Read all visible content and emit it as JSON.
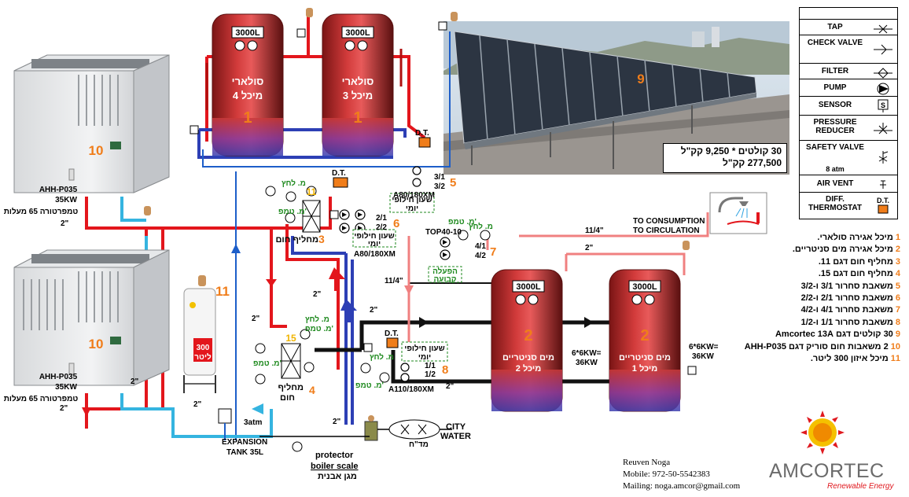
{
  "tanks": {
    "solar_4": {
      "volume": "3000L",
      "line1": "סולארי",
      "line2": "מיכל 4",
      "num": "1"
    },
    "solar_3": {
      "volume": "3000L",
      "line1": "סולארי",
      "line2": "מיכל 3",
      "num": "1"
    },
    "consumer_2": {
      "volume": "3000L",
      "line1": "מים סניטריים",
      "line2": "מיכל 2",
      "num": "2"
    },
    "consumer_1": {
      "volume": "3000L",
      "line1": "מים סניטריים",
      "line2": "מיכל 1",
      "num": "2"
    },
    "kw_2": "6*6KW=\n36KW",
    "kw_1": "6*6KW=\n36KW"
  },
  "chillers": {
    "top": {
      "num": "10",
      "model": "AHH-P035",
      "power": "35KW",
      "temp": "טמפרטורה 65 מעלות"
    },
    "bottom": {
      "num": "10",
      "model": "AHH-P035",
      "power": "35KW",
      "temp": "טמפרטורה 65 מעלות"
    }
  },
  "solar_field": {
    "num": "9"
  },
  "capacity_box": {
    "line1": "30 קולטים * 9,250 קק\"ל",
    "line2": "277,500 קק\"ל"
  },
  "legend": [
    {
      "name": "TAP",
      "icon": "tap-icon"
    },
    {
      "name": "CHECK VALVE",
      "icon": "check-valve-icon"
    },
    {
      "name": "FILTER",
      "icon": "filter-icon"
    },
    {
      "name": "PUMP",
      "icon": "pump-icon"
    },
    {
      "name": "SENSOR",
      "icon": "sensor-icon"
    },
    {
      "name": "PRESSURE REDUCER",
      "icon": "pressure-reducer-icon"
    },
    {
      "name": "SAFETY VALVE",
      "sub": "8 atm",
      "icon": "safety-valve-icon"
    },
    {
      "name": "AIR VENT",
      "icon": "air-vent-icon"
    },
    {
      "name": "DIFF. THERMOSTAT",
      "icon": "diff-thermostat-icon",
      "sym": "D.T."
    }
  ],
  "key_list": [
    {
      "n": "1",
      "text": "מיכל אגירה סולארי."
    },
    {
      "n": "2",
      "text": "מיכל אגירה מים סניטריים."
    },
    {
      "n": "3",
      "text": "מחליף חום דגם 11."
    },
    {
      "n": "4",
      "text": "מחליף חום דגם 15."
    },
    {
      "n": "5",
      "text": "משאבת סחרור 3/1 ו-3/2"
    },
    {
      "n": "6",
      "text": "משאבת סחרור 2/1 ו-2/2"
    },
    {
      "n": "7",
      "text": "משאבת סחרור 4/1 ו-4/2"
    },
    {
      "n": "8",
      "text": "משאבת סחרור 1/1 ו-1/2"
    },
    {
      "n": "9",
      "text": "30 קולטים דגם Amcortec 13A"
    },
    {
      "n": "10",
      "text": "2 משאבות חום סוריק דגם AHH-P035"
    },
    {
      "n": "11",
      "text": "מיכל איזון 300 ליטר."
    }
  ],
  "labels": {
    "hx11_num": "11",
    "hx11_name": "מחליף חום",
    "hx11_callout": "3",
    "hx15_num": "15",
    "hx15_name": "מחליף",
    "hx15_name2": "חום",
    "hx15_callout": "4",
    "pump5": "5",
    "pump5_a": "3/1",
    "pump5_b": "3/2",
    "pump5_model": "A80/180XM",
    "pump6": "6",
    "pump6_a": "2/1",
    "pump6_b": "2/2",
    "pump6_model": "A80/180XM",
    "pump7": "7",
    "pump7_a": "4/1",
    "pump7_b": "4/2",
    "pump7_model": "TOP40-10",
    "pump8": "8",
    "pump8_a": "1/1",
    "pump8_b": "1/2",
    "pump8_model": "A110/180XM",
    "timer": "שעון חילופי",
    "timer2": "יומי",
    "fixed_op": "הפעלה",
    "fixed_op2": "קבועה",
    "pressure": "מ. לחץ",
    "temp": "מ. טמפ'",
    "dt": "D.T.",
    "consumption": "TO CONSUMPTION",
    "circulation": "TO CIRCULATION",
    "pipe_114": "11/4\"",
    "pipe_2": "2\"",
    "buffer_num": "11",
    "buffer_vol": "300",
    "buffer_unit": "ליטר",
    "expansion": "EXPANSION",
    "expansion2": "TANK 35L",
    "atm3": "3atm",
    "protector": "protector",
    "boiler_scale": "boiler scale",
    "protector_heb": "מגן אבנית",
    "city": "CITY",
    "water": "WATER",
    "meter": "מד\"ח"
  },
  "contact": {
    "name": "Reuven  Noga",
    "mobile": "Mobile:  972-50-5542383",
    "mail": "Mailing: noga.amcor@gmail.com"
  },
  "brand": {
    "name": "AMCORTEC",
    "sub": "Renewable Energy"
  },
  "colors": {
    "hot": "#e3161c",
    "cold": "#2d3fb5",
    "solar": "#1d5ec9",
    "circ": "#f08080",
    "accent": "#f07d1a",
    "green": "#1f8a1f"
  }
}
